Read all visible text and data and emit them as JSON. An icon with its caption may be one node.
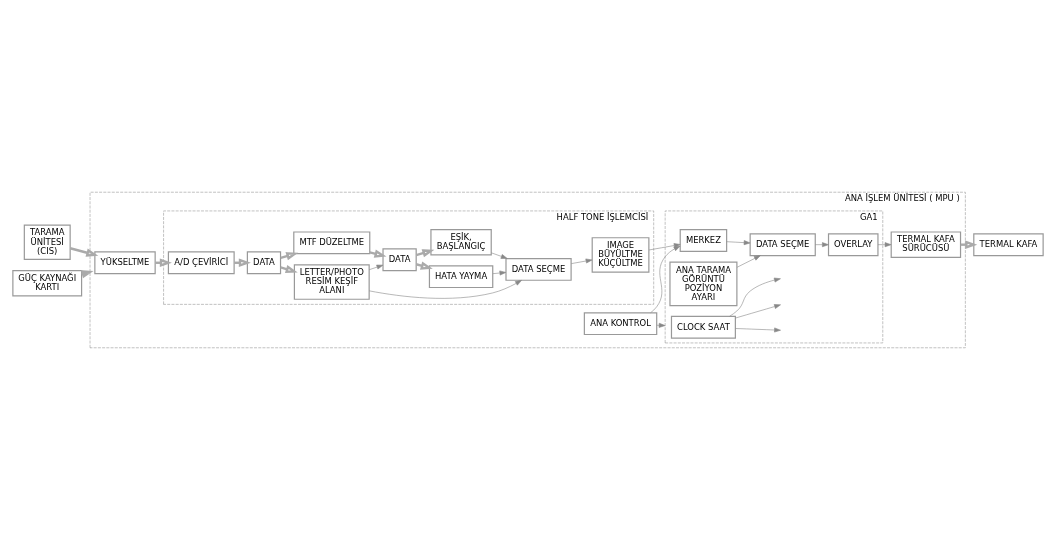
{
  "diagram": {
    "nodes": [
      {
        "text": [
          "ANA İŞLEM ÜNİTESİ ( MPU )"
        ]
      },
      {
        "text": [
          "TARAMA ÜNİTESİ (CIS)"
        ]
      },
      {
        "text": [
          "YÜKSELTME"
        ],
        "in": 0
      },
      {
        "text": [
          "HALF TONE İŞLEMCİSİ"
        ],
        "in": 0
      },
      {
        "text": [
          "A/D ÇEVİRİCİ"
        ],
        "in": 3
      },
      {
        "text": [
          "DATA"
        ],
        "in": 3
      },
      {
        "text": [
          "LETTER/PHOTO",
          "RESİM KEŞİF ALANI"
        ],
        "in": 3
      },
      {
        "text": [
          "MTF DÜZELTME"
        ],
        "in": 3
      },
      {
        "text": [
          "DATA"
        ],
        "in": 3
      },
      {
        "text": [
          "EŞİK, BAŞLANGIÇ"
        ],
        "in": 3
      },
      {
        "text": [
          "HATA YAYMA"
        ],
        "in": 3
      },
      {
        "text": [
          "DATA SEÇME"
        ],
        "in": 3
      },
      {
        "text": [
          "IMAGE BÜYÜLTME KÜÇÜLTME"
        ],
        "in": 3
      },
      {
        "text": [
          "GÜÇ KAYNAĞI KARTI"
        ]
      },
      {
        "text": [
          "GA1"
        ],
        "in": 0
      },
      {
        "text": [
          "CLOCK SAAT"
        ],
        "in": 14
      },
      {
        "text": [
          "ANA TARAMA GÖRÜNTÜ POZİYON AYARI"
        ],
        "in": 14
      },
      {
        "text": [
          "DATA SEÇME"
        ],
        "in": 14
      },
      {
        "text": [
          "MERKEZ"
        ],
        "in": 14
      },
      {
        "text": [
          "OVERLAY"
        ],
        "in": 14
      },
      {
        "text": [
          "ANA KONTROL"
        ],
        "in": 0
      },
      {
        "text": [
          "TERMAL KAFA SÜRÜCÜSÜ"
        ],
        "in": 0
      },
      {
        "text": [
          "TERMAL KAFA"
        ]
      }
    ],
    "edges": [
      {
        "from": 1,
        "to": 2,
        "arrow": "to",
        "style": "thick"
      },
      {
        "from": 2,
        "to": 4,
        "arrow": "to",
        "style": "thick"
      },
      {
        "from": 4,
        "to": 5,
        "arrow": "to",
        "style": "thick"
      },
      {
        "from": 5,
        "to": 6,
        "arrow": "to",
        "style": "thick"
      },
      {
        "from": 5,
        "to": 7,
        "arrow": "to",
        "style": "thick"
      },
      {
        "from": 6,
        "to": 8,
        "arrow": "to"
      },
      {
        "from": 7,
        "to": 8,
        "arrow": "to",
        "style": "thick"
      },
      {
        "from": 6,
        "to": 11,
        "arrow": "to"
      },
      {
        "from": 8,
        "to": 9,
        "arrow": "to",
        "style": "thick"
      },
      {
        "from": 8,
        "to": 10,
        "arrow": "to",
        "style": "thick"
      },
      {
        "from": 9,
        "to": 11,
        "arrow": "to"
      },
      {
        "from": 10,
        "to": 11,
        "arrow": "to"
      },
      {
        "from": 11,
        "to": 12,
        "arrow": "to"
      },
      {
        "from": 12,
        "to": 18,
        "arrow": "to"
      },
      {
        "from": 20,
        "to": 14,
        "arrow": "to"
      },
      {
        "from": 20,
        "to": 18,
        "arrow": "to"
      },
      {
        "from": 18,
        "to": 17,
        "arrow": "to"
      },
      {
        "from": 16,
        "to": 17,
        "arrow": "to"
      },
      {
        "from": 17,
        "to": 19,
        "arrow": "to"
      },
      {
        "from": 19,
        "to": 21,
        "arrow": "to"
      },
      {
        "from": 21,
        "to": 22,
        "arrow": "to",
        "style": "thick"
      },
      {
        "from": 13,
        "to": 0,
        "arrow": "to",
        "style": "thick"
      },
      {
        "from": 15,
        "to": null,
        "arrow": "to"
      },
      {
        "from": 15,
        "to": null,
        "arrow": "to"
      },
      {
        "from": 15,
        "to": null,
        "arrow": "to"
      }
    ]
  }
}
